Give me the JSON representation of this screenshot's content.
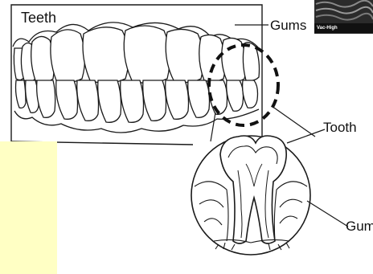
{
  "labels": {
    "teeth": "Teeth",
    "gums_top": "Gums",
    "tooth": "Tooth",
    "gums_bottom": "Gum"
  },
  "badge": {
    "text": "Vac-High"
  },
  "colors": {
    "line": "#1a1a1a",
    "background": "#ffffff",
    "panel": "#ffffc4",
    "badge_bg": "#1c1c1c"
  }
}
